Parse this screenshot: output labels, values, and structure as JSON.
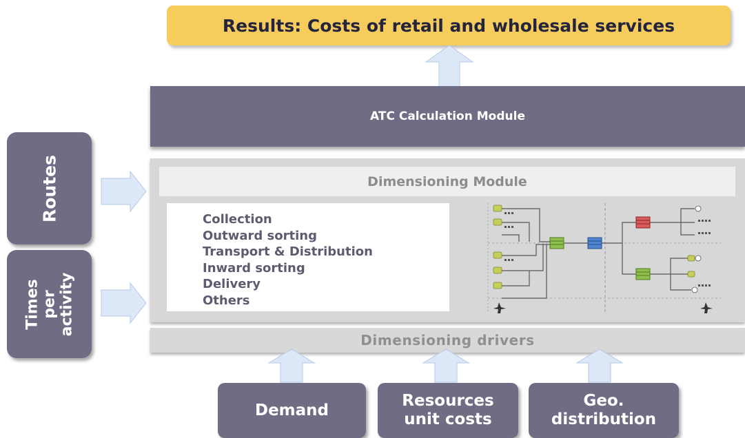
{
  "results": {
    "text": "Results: Costs of retail and wholesale services"
  },
  "atc": {
    "text": "ATC Calculation Module"
  },
  "dimensioning_module": {
    "title": "Dimensioning Module",
    "activities": [
      "Collection",
      "Outward sorting",
      "Transport & Distribution",
      "Inward sorting",
      "Delivery",
      "Others"
    ]
  },
  "dimensioning_drivers": {
    "text": "Dimensioning drivers"
  },
  "side_inputs": {
    "routes": "Routes",
    "times": "Times\nper\nactivity"
  },
  "bottom_inputs": {
    "demand": "Demand",
    "resources": "Resources\nunit costs",
    "geo": "Geo.\ndistribution"
  },
  "colors": {
    "results_fill": "#f6cc5c",
    "module_fill": "#6f6d84",
    "panel_fill": "#d7d7d7",
    "arrow_fill": "#dce8f7",
    "arrow_stroke": "#b6c9e2"
  }
}
